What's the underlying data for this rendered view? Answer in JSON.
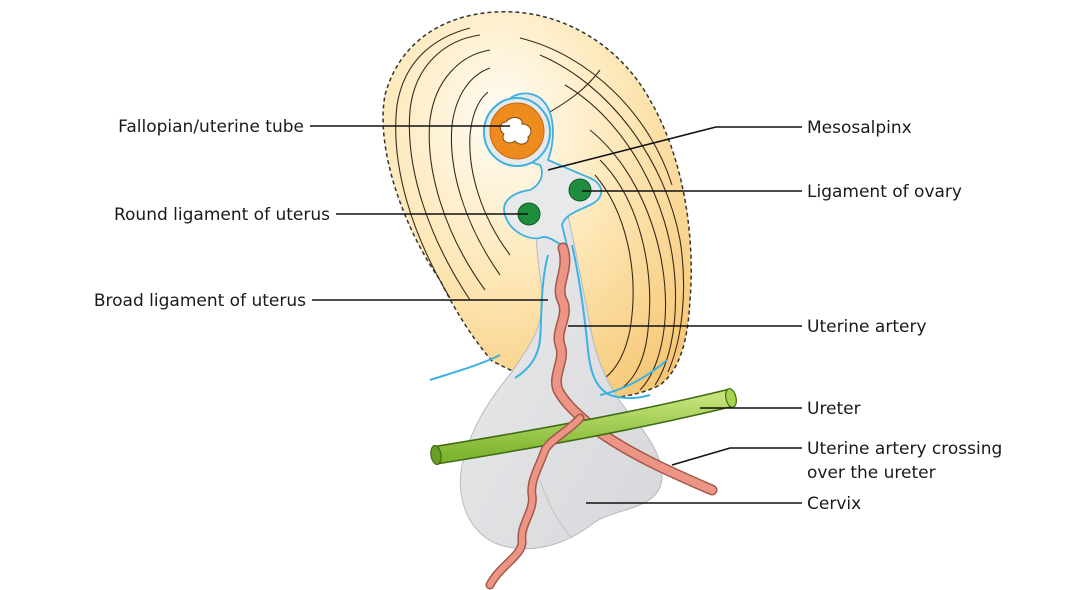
{
  "colors": {
    "broad_ligament_fill": "#f6c774",
    "peritoneum_line": "#3db2e0",
    "gray_tissue": "#e3e4e6",
    "uterine_artery": "#ec9585",
    "ureter": "#9ccc3d",
    "fallopian_tube": "#ed8b1e",
    "ligament_dots": "#1e8e3e"
  },
  "labels": {
    "fallopian_tube": "Fallopian/uterine tube",
    "round_ligament": "Round ligament of uterus",
    "broad_ligament": "Broad ligament of uterus",
    "mesosalpinx": "Mesosalpinx",
    "ligament_of_ovary": "Ligament of ovary",
    "uterine_artery": "Uterine artery",
    "ureter": "Ureter",
    "crossing_line1": "Uterine artery crossing",
    "crossing_line2": "over the ureter",
    "cervix": "Cervix"
  }
}
